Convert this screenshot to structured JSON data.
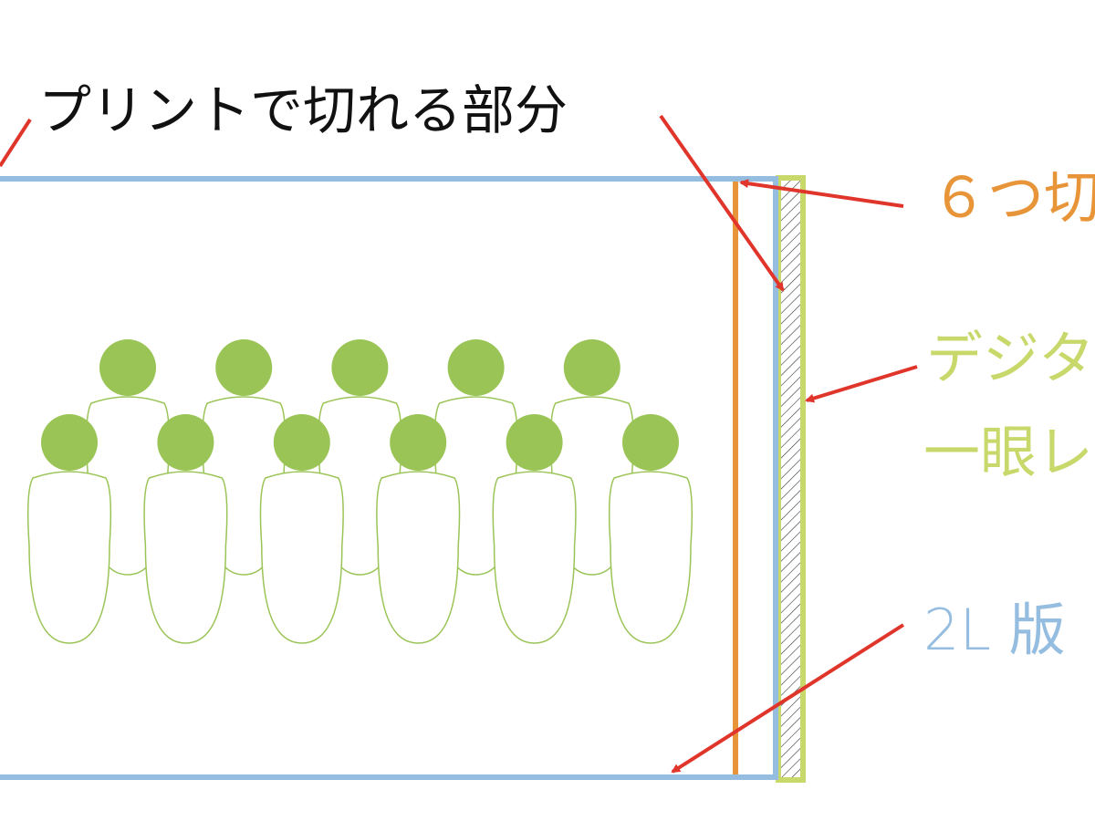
{
  "labels": {
    "print_cut": "プリントで切れる部分",
    "six_cut": "６つ切",
    "digital_line1": "デジタ",
    "digital_line2": "一眼レ",
    "two_l": "2L 版"
  },
  "colors": {
    "two_l_blue": "#95bde0",
    "six_cut_orange": "#e8953a",
    "digital_green": "#c8d86a",
    "arrow_red": "#e0352b",
    "person_green": "#9bc457",
    "text_black": "#111111"
  },
  "people": {
    "back_row_count": 5,
    "front_row_count": 6
  }
}
